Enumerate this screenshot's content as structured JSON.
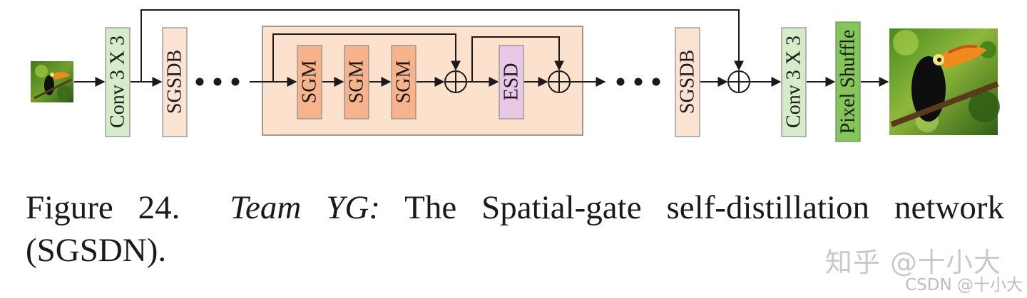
{
  "blocks": {
    "conv_in": "Conv 3 X 3",
    "sgsdb_first": "SGSDB",
    "sgm_1": "SGM",
    "sgm_2": "SGM",
    "sgm_3": "SGM",
    "esd": "ESD",
    "sgsdb_last": "SGSDB",
    "conv_out": "Conv 3 X 3",
    "pixel_shuffle": "Pixel Shuffle"
  },
  "colors": {
    "conv": "#d6ecc9",
    "sgsdb": "#fbe3d4",
    "group_bg": "#fce1cc",
    "sgm": "#f6b38c",
    "esd": "#e9c7e6",
    "pixel_shuffle": "#84c65a"
  },
  "images": {
    "input": "toucan-bird-low-resolution",
    "output": "toucan-bird-high-resolution"
  },
  "caption": {
    "label": "Figure 24.",
    "team": "Team YG:",
    "text": "The Spatial-gate self-distillation network (SGSDN)."
  },
  "watermark": {
    "main": "知乎 @十小大",
    "sub": "CSDN @十小大"
  }
}
